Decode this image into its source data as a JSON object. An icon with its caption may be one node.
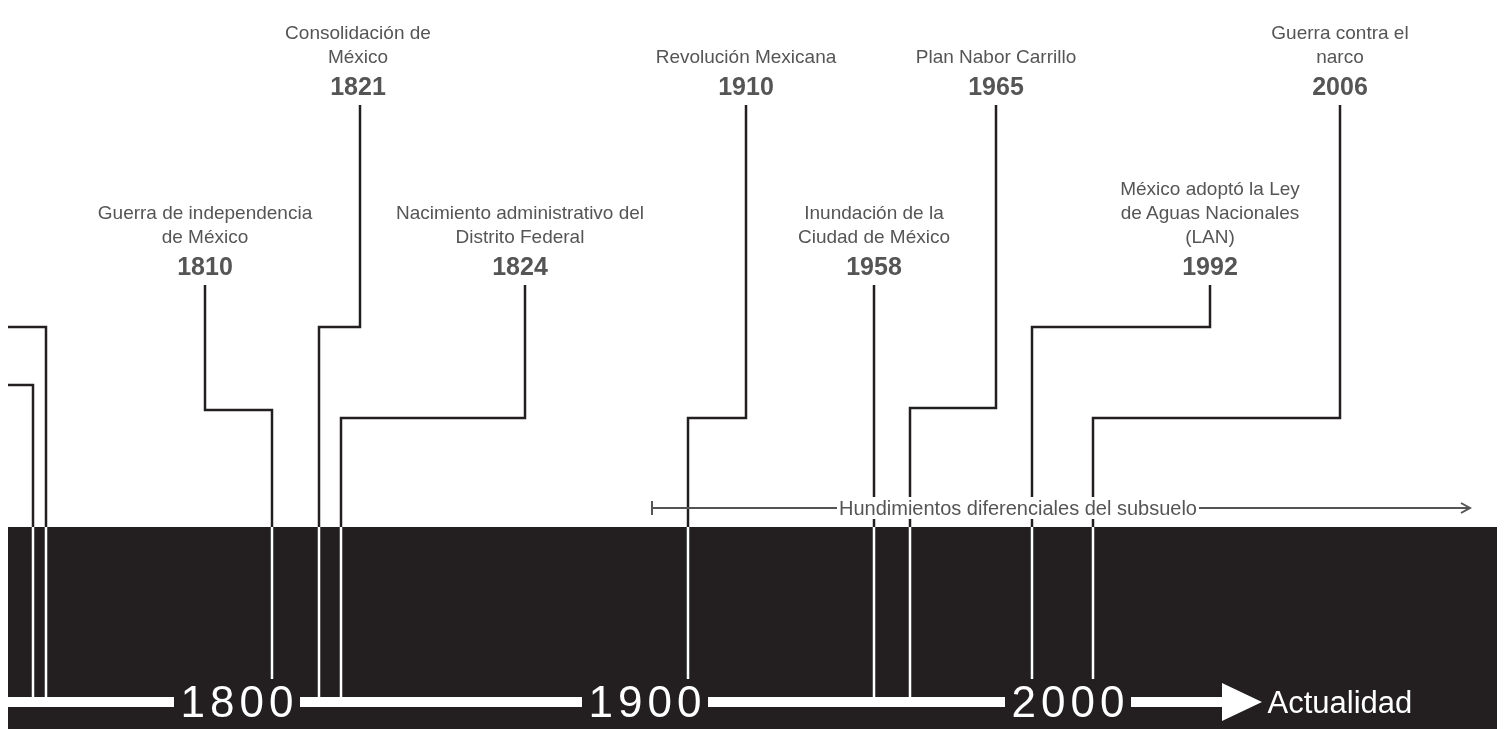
{
  "diagram": {
    "nodes": [
      {
        "text": [
          "Guerra de independencia de México",
          "1810"
        ]
      },
      {
        "text": [
          "Consolidación de México",
          "1821"
        ]
      },
      {
        "text": [
          "Nacimiento administrativo del Distrito Federal",
          "1824"
        ]
      },
      {
        "text": [
          "Revolución Mexicana",
          "1910"
        ]
      },
      {
        "text": [
          "Inundación de la Ciudad de México",
          "1958"
        ]
      },
      {
        "text": [
          "Plan Nabor Carrillo",
          "1965"
        ]
      },
      {
        "text": [
          "México adoptó la Ley de Aguas Nacionales (LAN)",
          "1992"
        ]
      },
      {
        "text": [
          "Guerra contra el narco",
          "2006"
        ]
      },
      {
        "text": [],
        "shape": "bar"
      }
    ],
    "edges": [
      {
        "from": 0,
        "to": 8,
        "arrow": "none"
      },
      {
        "from": 1,
        "to": 8,
        "arrow": "none"
      },
      {
        "from": 2,
        "to": 8,
        "arrow": "none"
      },
      {
        "from": 3,
        "to": 8,
        "arrow": "none"
      },
      {
        "from": 4,
        "to": 8,
        "arrow": "none"
      },
      {
        "from": 5,
        "to": 8,
        "arrow": "none"
      },
      {
        "from": 6,
        "to": 8,
        "arrow": "none"
      },
      {
        "from": 7,
        "to": 8,
        "arrow": "none"
      },
      {
        "from": null,
        "to": 8,
        "arrow": "none"
      },
      {
        "from": null,
        "to": 8,
        "arrow": "none"
      }
    ],
    "labels": [
      "Hundimientos diferenciales del subsuelo",
      "1800",
      "1900",
      "2000",
      "Actualidad"
    ]
  }
}
